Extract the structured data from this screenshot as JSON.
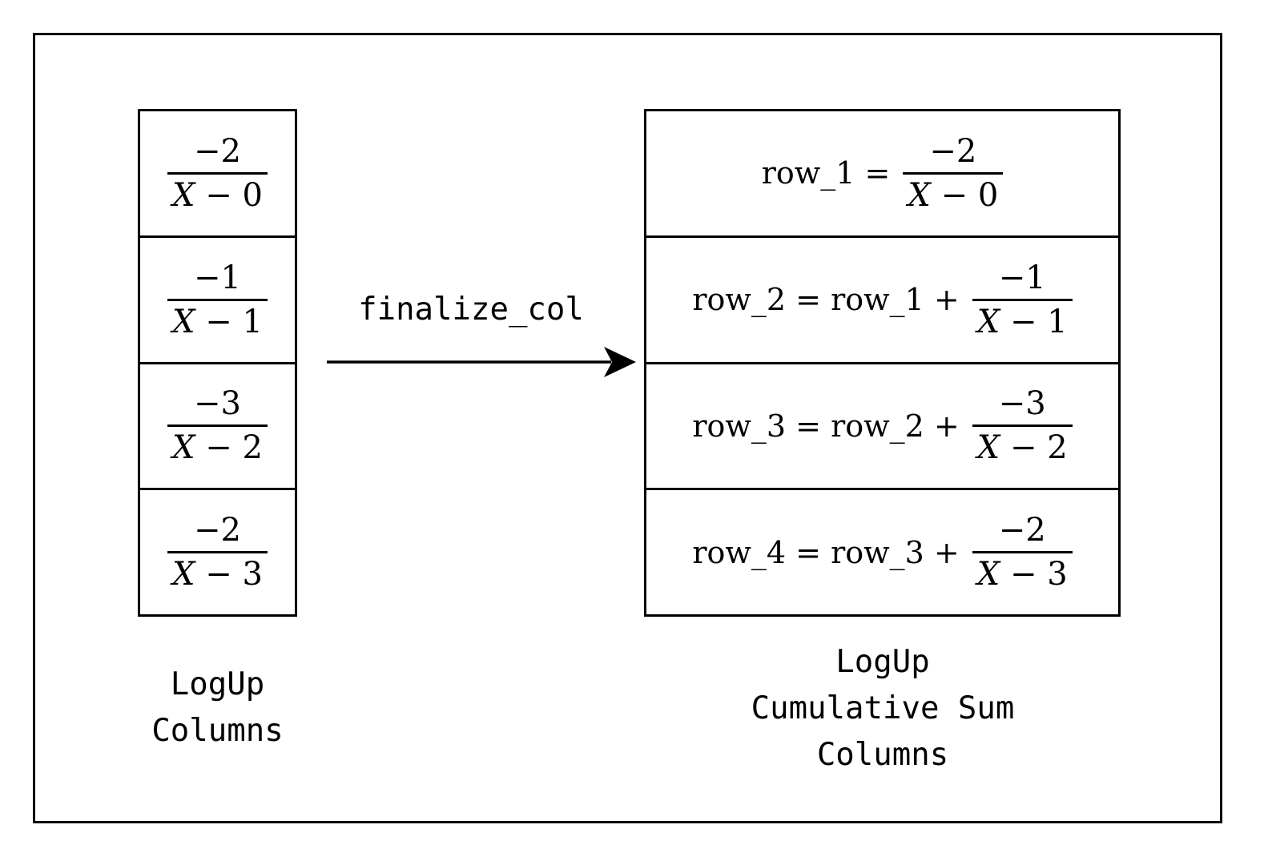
{
  "left_column": {
    "caption": "LogUp\nColumns",
    "cells": [
      {
        "numerator": "−2",
        "variable": "X",
        "denominator_rest": " − 0"
      },
      {
        "numerator": "−1",
        "variable": "X",
        "denominator_rest": " − 1"
      },
      {
        "numerator": "−3",
        "variable": "X",
        "denominator_rest": " − 2"
      },
      {
        "numerator": "−2",
        "variable": "X",
        "denominator_rest": " − 3"
      }
    ]
  },
  "arrow": {
    "label": "finalize_col"
  },
  "right_column": {
    "caption": "LogUp\nCumulative Sum\nColumns",
    "cells": [
      {
        "lhs": "row_1 =",
        "numerator": "−2",
        "variable": "X",
        "denominator_rest": " − 0"
      },
      {
        "lhs": "row_2 = row_1 +",
        "numerator": "−1",
        "variable": "X",
        "denominator_rest": " − 1"
      },
      {
        "lhs": "row_3 = row_2 +",
        "numerator": "−3",
        "variable": "X",
        "denominator_rest": " − 2"
      },
      {
        "lhs": "row_4 = row_3 +",
        "numerator": "−2",
        "variable": "X",
        "denominator_rest": " − 3"
      }
    ]
  }
}
